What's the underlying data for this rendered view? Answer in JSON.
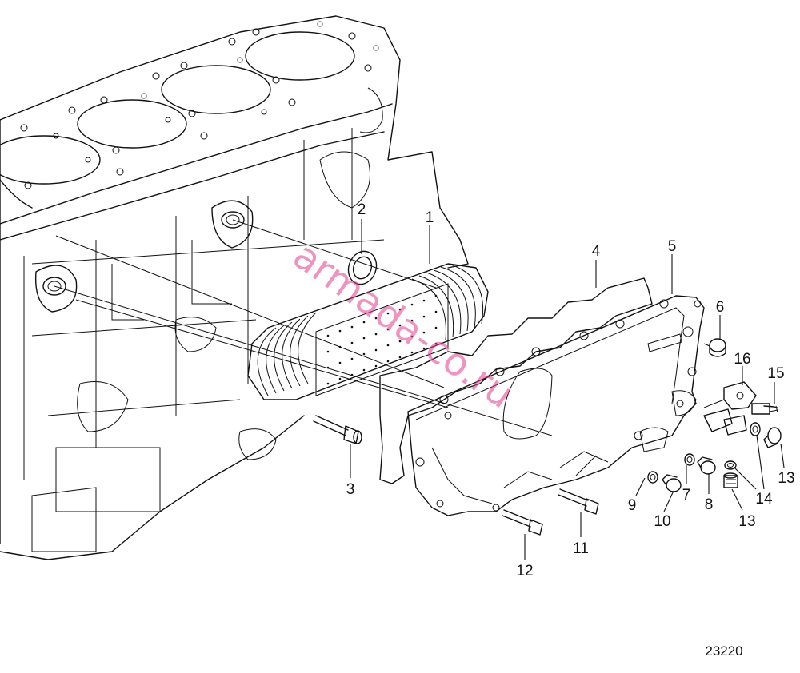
{
  "figure_number": "23220",
  "watermark": "armada-co.ru",
  "colors": {
    "line": "#111111",
    "background": "#ffffff",
    "watermark": "#e23c8e"
  },
  "callouts": [
    {
      "id": "c1",
      "label": "1"
    },
    {
      "id": "c2",
      "label": "2"
    },
    {
      "id": "c3",
      "label": "3"
    },
    {
      "id": "c4",
      "label": "4"
    },
    {
      "id": "c5",
      "label": "5"
    },
    {
      "id": "c6",
      "label": "6"
    },
    {
      "id": "c7",
      "label": "7"
    },
    {
      "id": "c8",
      "label": "8"
    },
    {
      "id": "c9",
      "label": "9"
    },
    {
      "id": "c10",
      "label": "10"
    },
    {
      "id": "c11",
      "label": "11"
    },
    {
      "id": "c12",
      "label": "12"
    },
    {
      "id": "c13a",
      "label": "13"
    },
    {
      "id": "c13b",
      "label": "13"
    },
    {
      "id": "c14",
      "label": "14"
    },
    {
      "id": "c15",
      "label": "15"
    },
    {
      "id": "c16",
      "label": "16"
    }
  ]
}
